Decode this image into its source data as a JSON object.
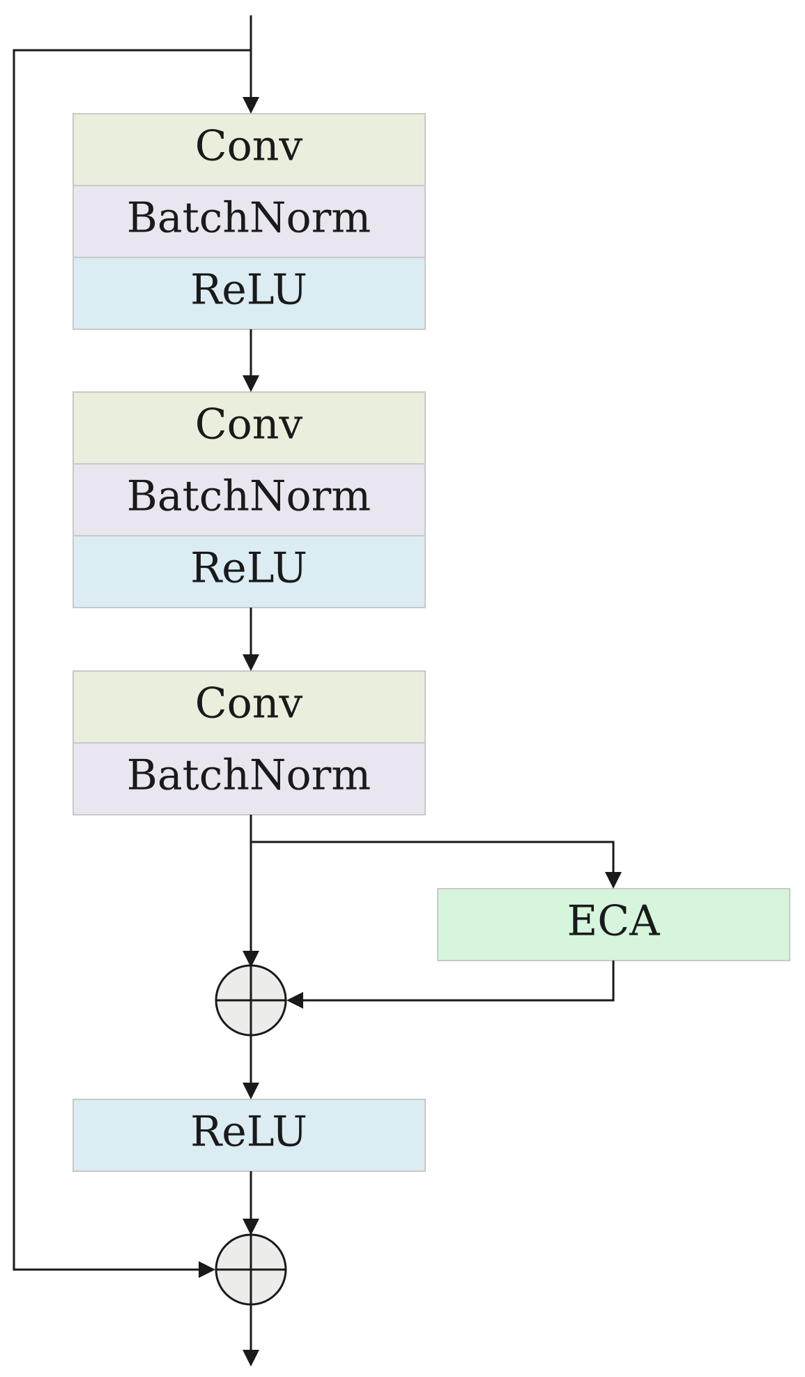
{
  "colors": {
    "conv": "#eaeedc",
    "batchnorm": "#e9e6ef",
    "relu": "#dbecf3",
    "eca": "#d5f5dd",
    "sum_node": "#ececea",
    "line": "#1a1a1a"
  },
  "blocks": [
    {
      "layers": [
        {
          "type": "conv",
          "label": "Conv"
        },
        {
          "type": "batchnorm",
          "label": "BatchNorm"
        },
        {
          "type": "relu",
          "label": "ReLU"
        }
      ]
    },
    {
      "layers": [
        {
          "type": "conv",
          "label": "Conv"
        },
        {
          "type": "batchnorm",
          "label": "BatchNorm"
        },
        {
          "type": "relu",
          "label": "ReLU"
        }
      ]
    },
    {
      "layers": [
        {
          "type": "conv",
          "label": "Conv"
        },
        {
          "type": "batchnorm",
          "label": "BatchNorm"
        }
      ]
    }
  ],
  "eca": {
    "label": "ECA"
  },
  "final_relu": {
    "label": "ReLU"
  },
  "sum_nodes": [
    {
      "name": "eca-add-node",
      "icon": "circle-plus-icon"
    },
    {
      "name": "residual-add-node",
      "icon": "circle-plus-icon"
    }
  ]
}
